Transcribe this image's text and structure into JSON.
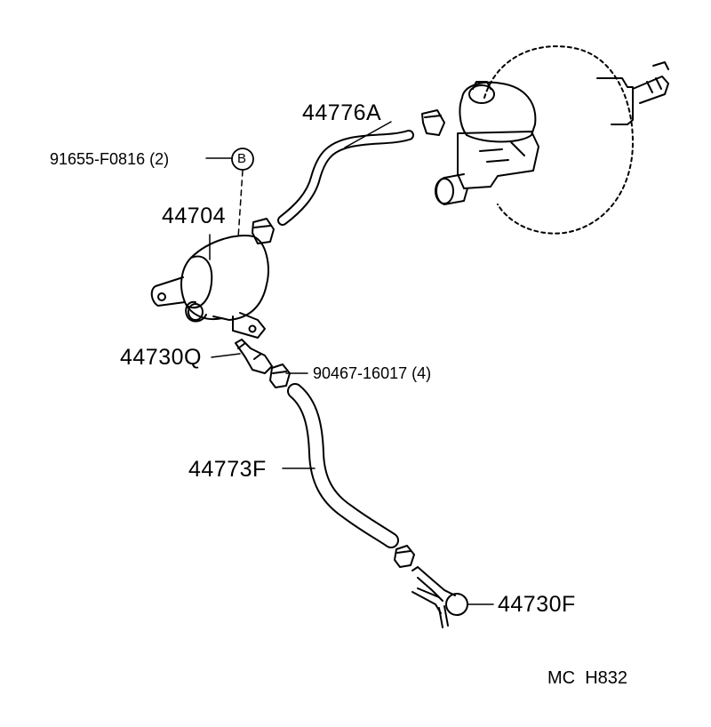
{
  "colors": {
    "line": "#000000",
    "background": "#ffffff"
  },
  "labels": {
    "part_44776a": "44776A",
    "part_91655": "91655-F0816 (2)",
    "callout_b": "B",
    "part_44704": "44704",
    "part_44730q": "44730Q",
    "part_90467": "90467-16017 (4)",
    "part_44773f": "44773F",
    "part_44730f": "44730F",
    "code": "MC  H832"
  }
}
